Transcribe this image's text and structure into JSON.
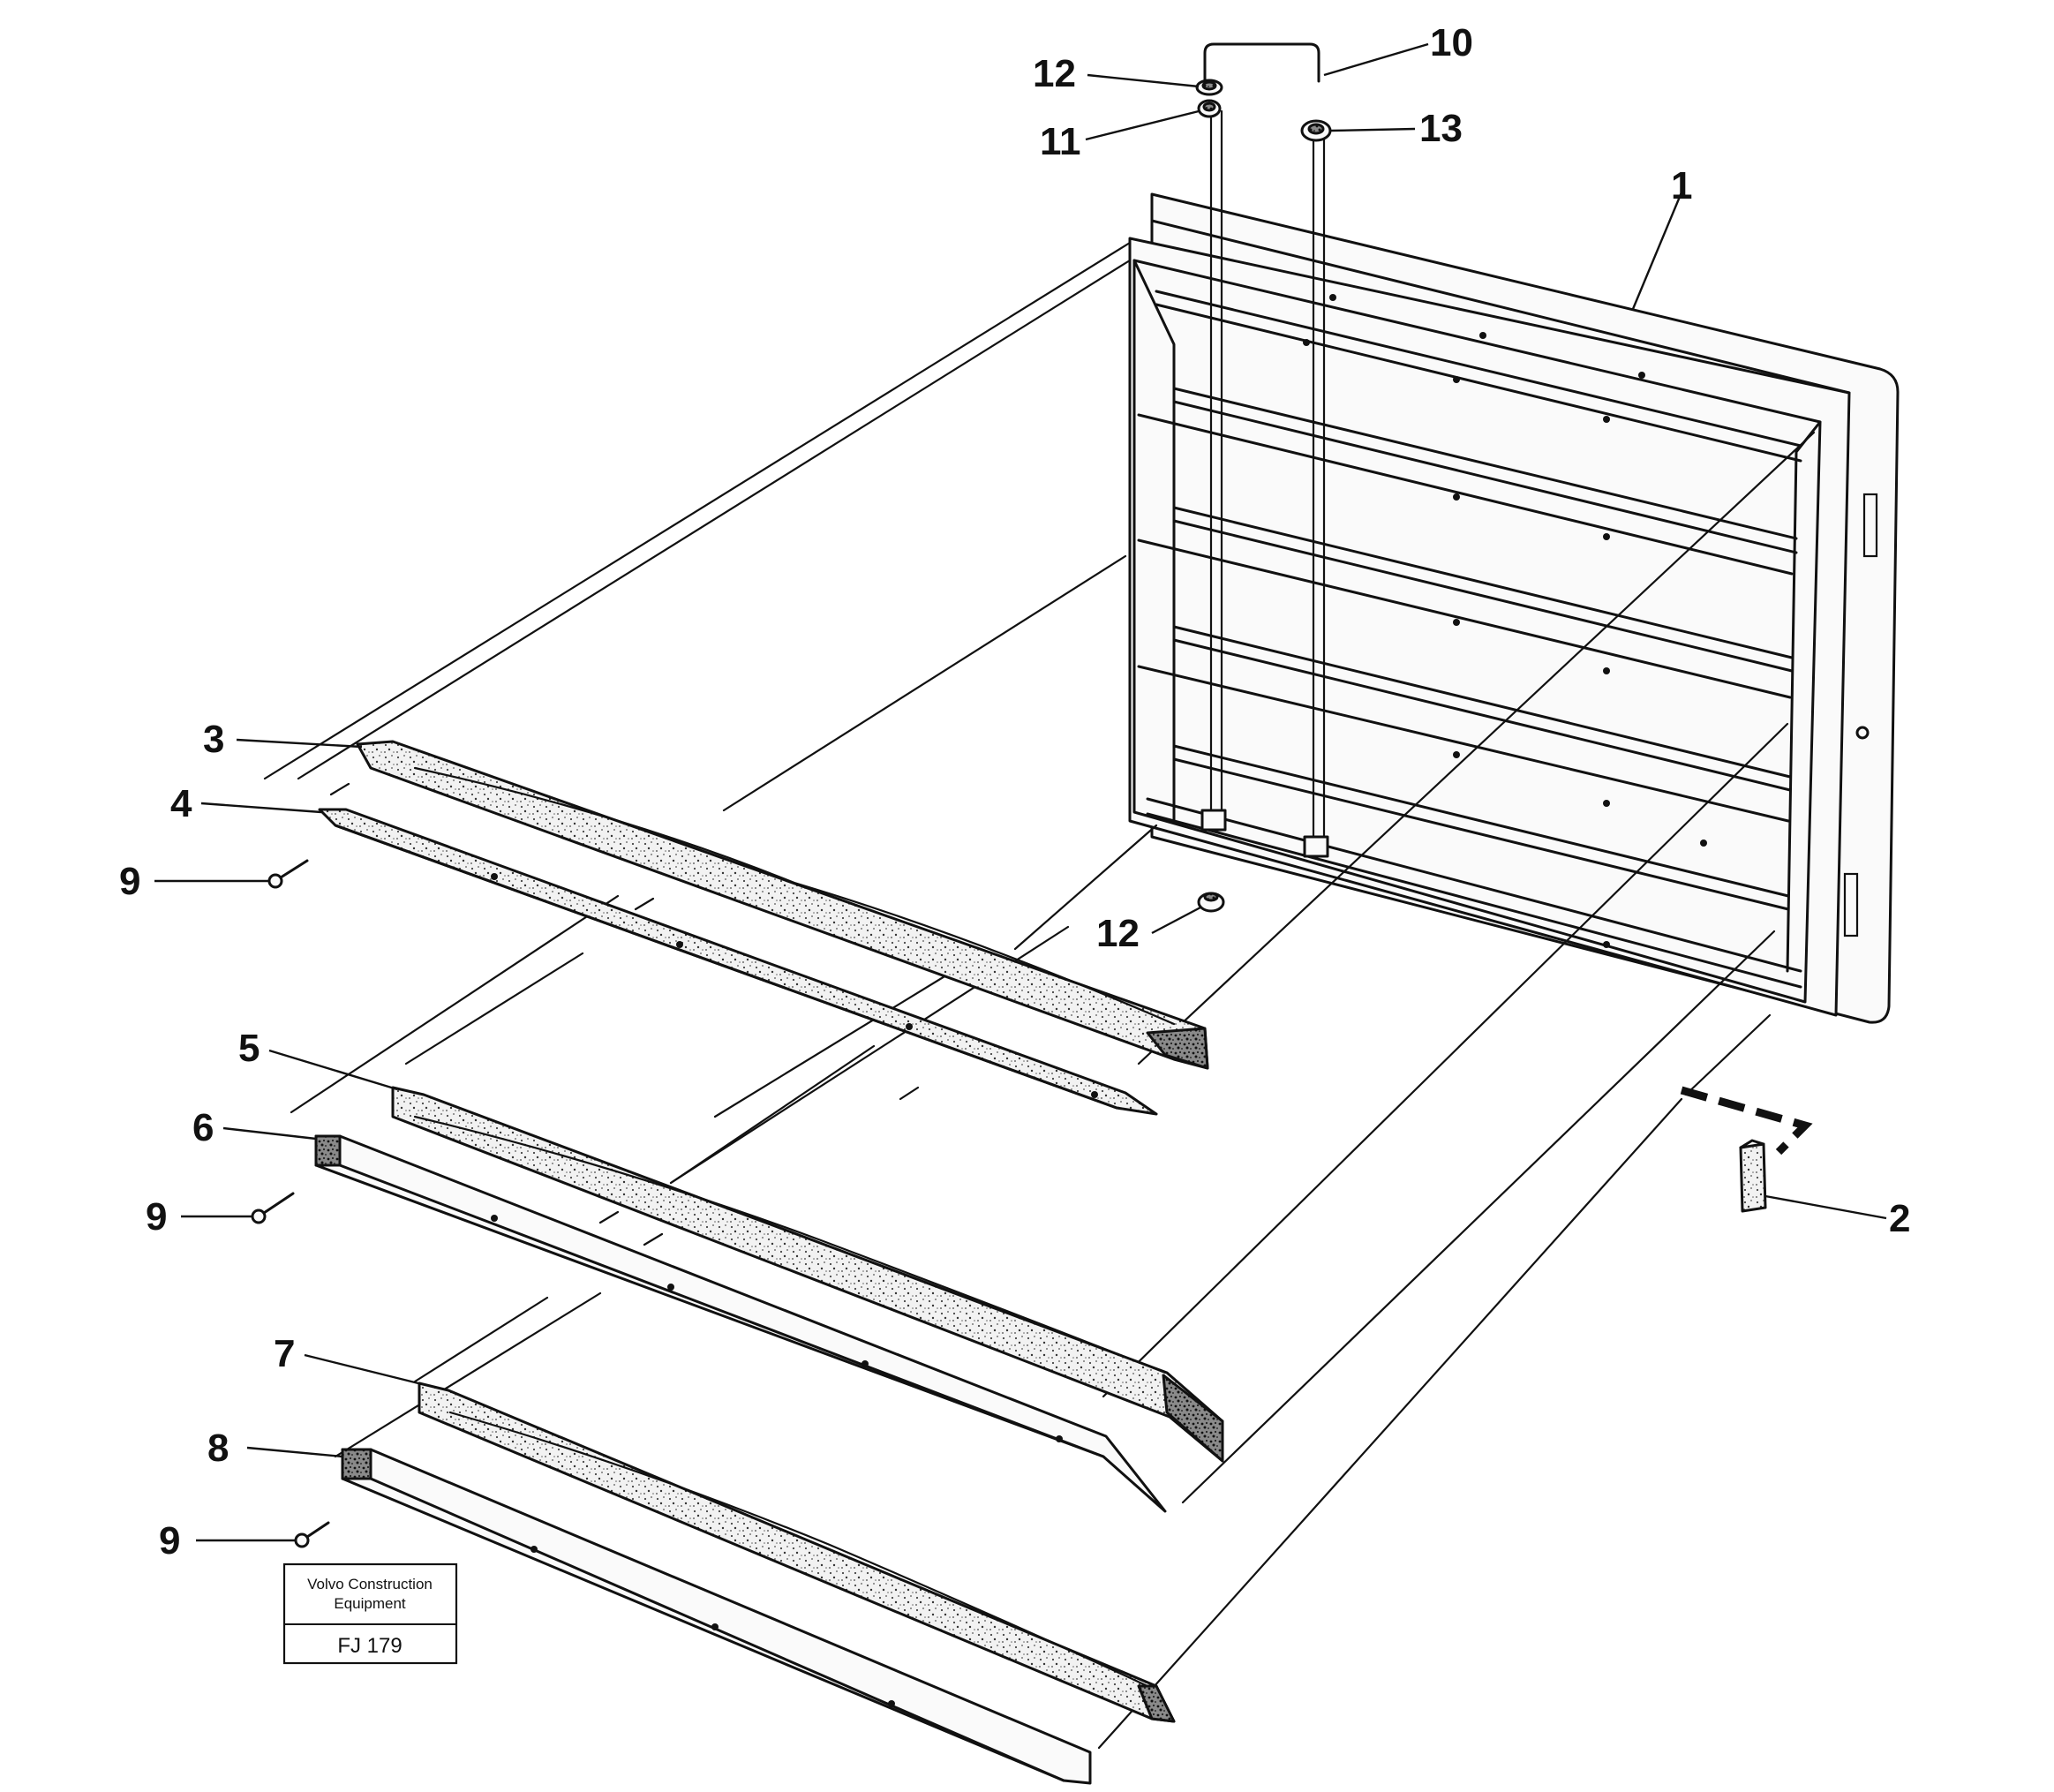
{
  "callouts": [
    {
      "num": "1"
    },
    {
      "num": "2"
    },
    {
      "num": "3"
    },
    {
      "num": "4"
    },
    {
      "num": "5"
    },
    {
      "num": "6"
    },
    {
      "num": "7"
    },
    {
      "num": "8"
    },
    {
      "num": "9"
    },
    {
      "num": "9"
    },
    {
      "num": "9"
    },
    {
      "num": "10"
    },
    {
      "num": "11"
    },
    {
      "num": "12"
    },
    {
      "num": "12"
    },
    {
      "num": "13"
    }
  ],
  "stamp": {
    "line1": "Volvo Construction",
    "line2": "Equipment",
    "code": "FJ 179"
  }
}
